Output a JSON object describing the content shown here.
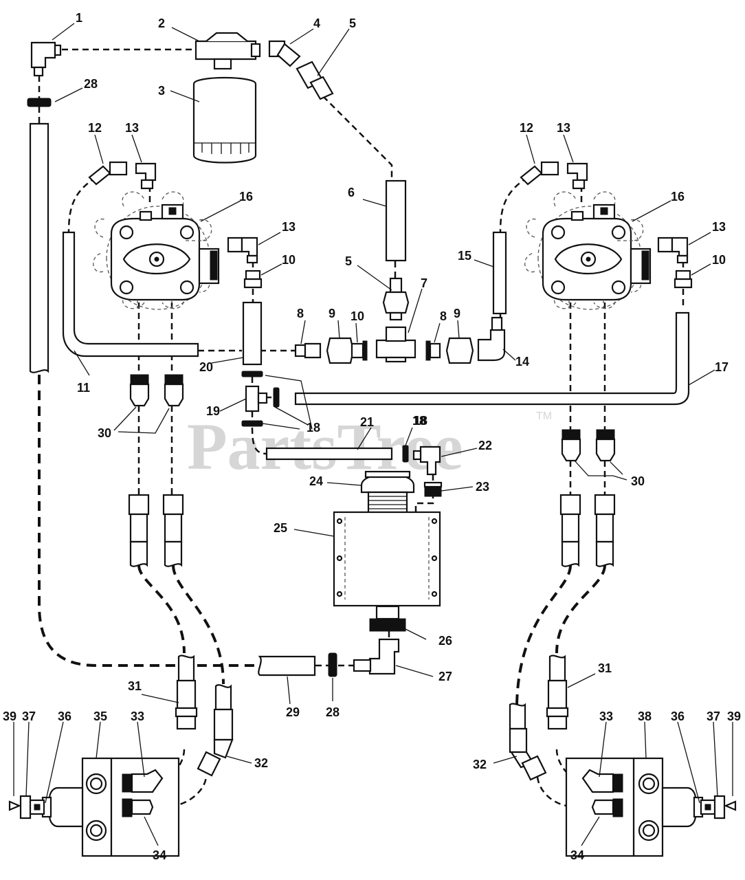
{
  "watermark": {
    "text": "PartsTree",
    "tm": "TM"
  },
  "callouts": [
    "1",
    "2",
    "3",
    "4",
    "5",
    "28",
    "12",
    "13",
    "16",
    "13",
    "10",
    "12",
    "13",
    "16",
    "13",
    "10",
    "6",
    "5",
    "7",
    "8",
    "9",
    "10",
    "8",
    "9",
    "14",
    "15",
    "11",
    "20",
    "17",
    "30",
    "19",
    "18",
    "18",
    "21",
    "18",
    "22",
    "24",
    "23",
    "30",
    "25",
    "26",
    "27",
    "31",
    "29",
    "28",
    "31",
    "39",
    "37",
    "36",
    "35",
    "33",
    "32",
    "38",
    "33",
    "36",
    "37",
    "39",
    "32",
    "34",
    "34"
  ]
}
